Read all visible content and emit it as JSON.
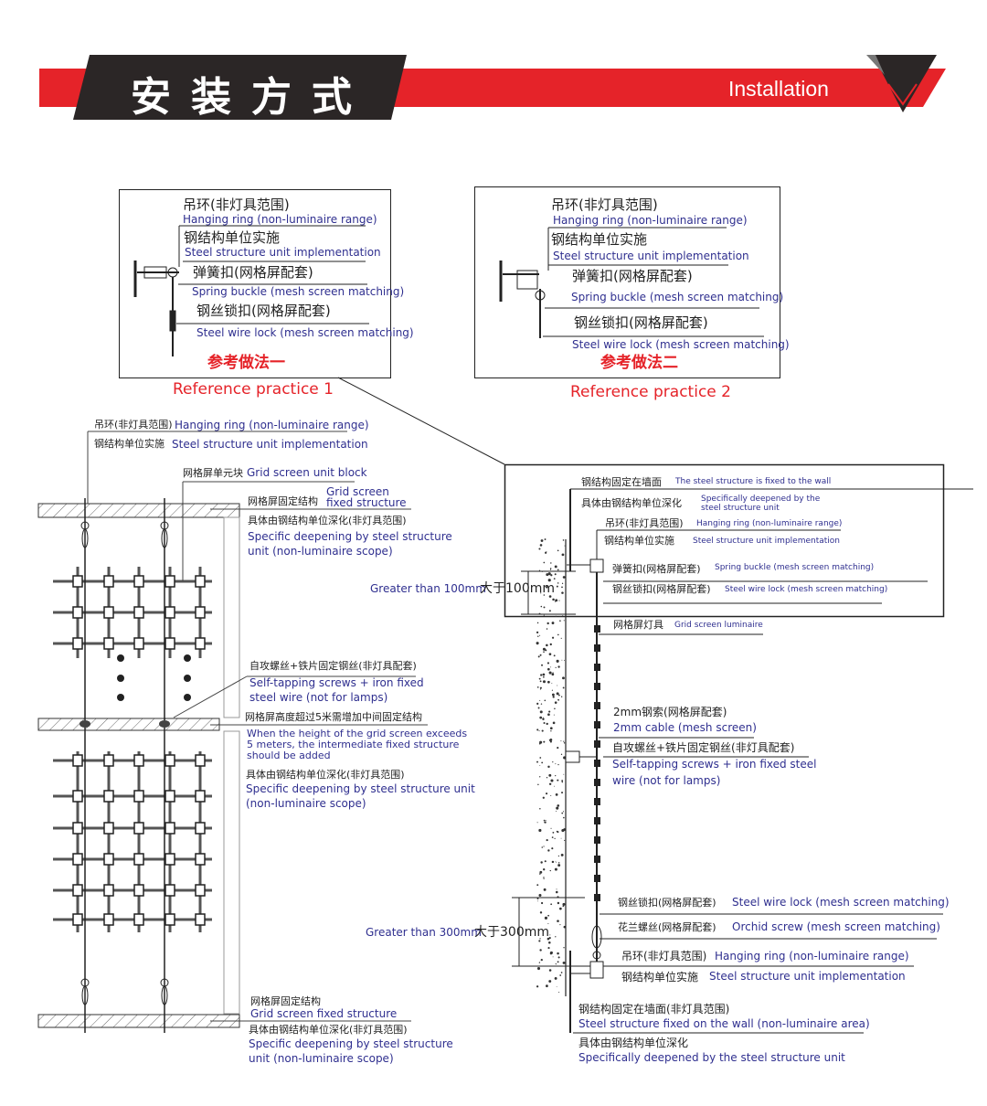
{
  "header": {
    "title_cn": "安装方式",
    "title_en": "Installation",
    "brand_red": "#e52329",
    "brand_dark": "#2b2626"
  },
  "ref1": {
    "labels": [
      "吊环(非灯具范围)",
      "Hanging ring (non-luminaire range)",
      "钢结构单位实施",
      "Steel structure unit implementation",
      "弹簧扣(网格屏配套)",
      "Spring buckle (mesh screen matching)",
      "钢丝锁扣(网格屏配套)",
      "Steel wire lock (mesh screen matching)"
    ],
    "caption_cn": "参考做法一",
    "caption_en": "Reference practice 1"
  },
  "ref2": {
    "labels": [
      "吊环(非灯具范围)",
      "Hanging ring (non-luminaire range)",
      "钢结构单位实施",
      "Steel structure unit implementation",
      "弹簧扣(网格屏配套)",
      "Spring buckle (mesh screen matching)",
      "钢丝锁扣(网格屏配套)",
      "Steel wire lock (mesh screen matching)"
    ],
    "caption_cn": "参考做法二",
    "caption_en": "Reference practice 2"
  },
  "left": {
    "labels": [
      "吊环(非灯具范围)",
      "Hanging ring (non-luminaire range)",
      "钢结构单位实施",
      "Steel structure unit implementation",
      "网格屏单元块",
      "Grid screen unit block",
      "网格屏固定结构",
      "Grid screen",
      "fixed structure",
      "具体由钢结构单位深化(非灯具范围)",
      "Specific deepening by steel structure",
      "unit (non-luminaire scope)",
      "自攻螺丝+铁片固定钢丝(非灯具配套)",
      "Self-tapping screws + iron fixed",
      "steel wire (not for lamps)",
      "网格屏高度超过5米需增加中间固定结构",
      "When the height of the grid screen exceeds",
      "5 meters, the intermediate fixed structure",
      "should be added",
      "具体由钢结构单位深化(非灯具范围)",
      "Specific deepening by steel structure unit",
      "(non-luminaire scope)",
      "网格屏固定结构",
      "Grid screen fixed structure",
      "具体由钢结构单位深化(非灯具范围)",
      "Specific deepening by steel structure",
      "unit (non-luminaire scope)"
    ]
  },
  "right": {
    "labels": [
      "钢结构固定在墙面",
      "The steel structure is fixed to the wall",
      "具体由钢结构单位深化",
      "Specifically deepened by the",
      "steel structure unit",
      "吊环(非灯具范围)",
      "Hanging ring (non-luminaire range)",
      "钢结构单位实施",
      "Steel structure unit implementation",
      "弹簧扣(网格屏配套)",
      "Spring buckle (mesh screen matching)",
      "钢丝锁扣(网格屏配套)",
      "Steel wire lock (mesh screen matching)",
      "Greater than 100mm",
      "大于100mm",
      "网格屏灯具",
      "Grid screen luminaire",
      "2mm钢索(网格屏配套)",
      "2mm cable (mesh screen)",
      "自攻螺丝+铁片固定钢丝(非灯具配套)",
      "Self-tapping screws + iron fixed steel",
      "wire (not for lamps)",
      "钢丝锁扣(网格屏配套)",
      "Steel wire lock (mesh screen matching)",
      "Greater than 300mm",
      "大于300mm",
      "花兰螺丝(网格屏配套)",
      "Orchid screw (mesh screen matching)",
      "吊环(非灯具范围)",
      "Hanging ring (non-luminaire range)",
      "钢结构单位实施",
      "Steel structure unit implementation",
      "钢结构固定在墙面(非灯具范围)",
      "Steel structure fixed on the wall (non-luminaire area)",
      "具体由钢结构单位深化",
      "Specifically deepened by the steel structure unit"
    ]
  }
}
